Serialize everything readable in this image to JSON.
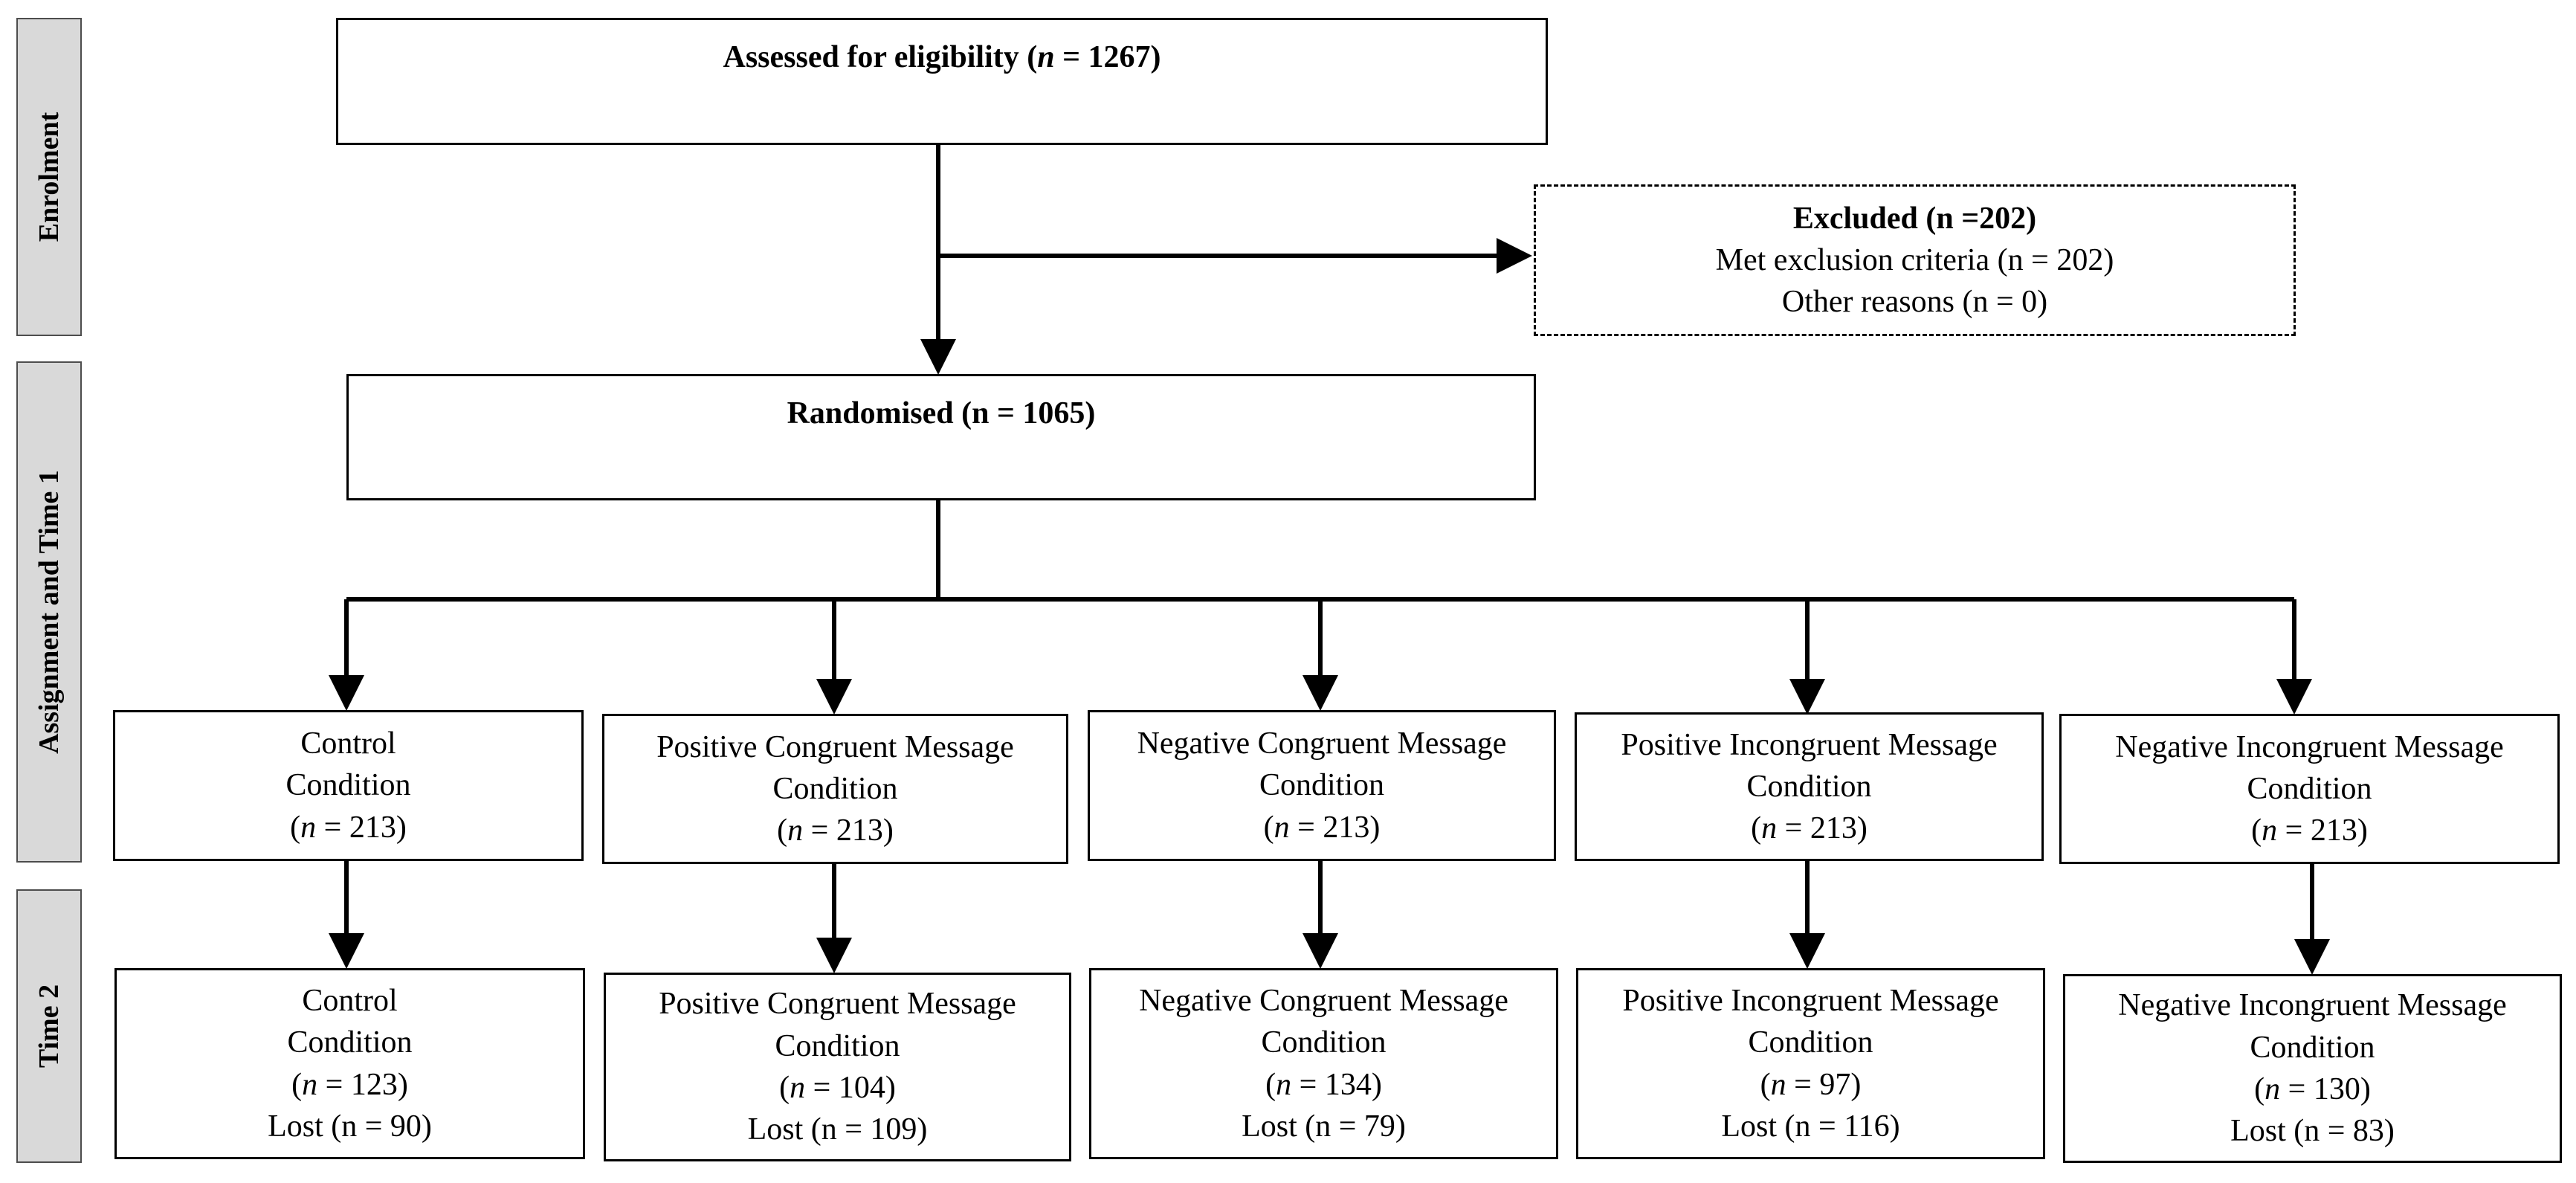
{
  "phases": {
    "enrolment": "Enrolment",
    "assignment": "Assignment and Time 1",
    "time2": "Time 2"
  },
  "assessed": {
    "label": "Assessed for eligibility (",
    "n_symbol": "n",
    "n_text": " = 1267)"
  },
  "excluded": {
    "title": "Excluded (n =202)",
    "line1": "Met exclusion criteria (n = 202)",
    "line2": "Other reasons (n = 0)"
  },
  "randomised": {
    "label": "Randomised (n = 1065)"
  },
  "time1": [
    {
      "line1": "Control",
      "line2": "Condition",
      "n_symbol": "n",
      "n_text": " = 213)"
    },
    {
      "line1": "Positive Congruent Message",
      "line2": "Condition",
      "n_symbol": "n",
      "n_text": " = 213)"
    },
    {
      "line1": "Negative Congruent Message",
      "line2": "Condition",
      "n_symbol": "n",
      "n_text": " = 213)"
    },
    {
      "line1": "Positive Incongruent Message",
      "line2": "Condition",
      "n_symbol": "n",
      "n_text": " = 213)"
    },
    {
      "line1": "Negative Incongruent Message",
      "line2": "Condition",
      "n_symbol": "n",
      "n_text": " = 213)"
    }
  ],
  "time2": [
    {
      "line1": "Control",
      "line2": "Condition",
      "n_symbol": "n",
      "n_text": " = 123)",
      "lost": "Lost (n = 90)"
    },
    {
      "line1": "Positive Congruent Message",
      "line2": "Condition",
      "n_symbol": "n",
      "n_text": " = 104)",
      "lost": "Lost (n = 109)"
    },
    {
      "line1": "Negative Congruent Message",
      "line2": "Condition",
      "n_symbol": "n",
      "n_text": " = 134)",
      "lost": "Lost (n = 79)"
    },
    {
      "line1": "Positive Incongruent Message",
      "line2": "Condition",
      "n_symbol": "n",
      "n_text": " = 97)",
      "lost": "Lost (n = 116)"
    },
    {
      "line1": "Negative Incongruent Message",
      "line2": "Condition",
      "n_symbol": "n",
      "n_text": " = 130)",
      "lost": "Lost (n = 83)"
    }
  ]
}
